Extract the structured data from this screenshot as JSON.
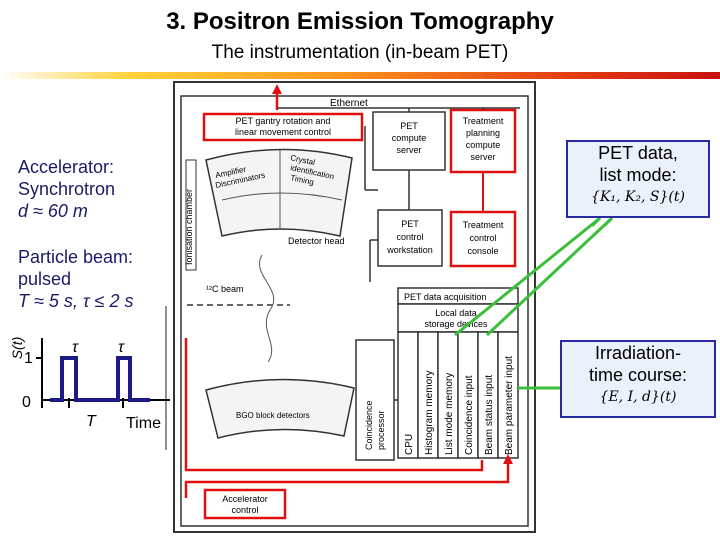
{
  "header": {
    "title": "3. Positron Emission Tomography",
    "subtitle": "The instrumentation (in-beam PET)"
  },
  "left_panel": {
    "accelerator": [
      "Accelerator:",
      "Synchrotron",
      "d ≈ 60 m"
    ],
    "beam": [
      "Particle beam:",
      "pulsed",
      "T ≈ 5 s, τ ≤ 2 s"
    ]
  },
  "pulse_plot": {
    "ylabel": "S(t)",
    "y_high": "1",
    "y_low": "0",
    "tau_label": "τ",
    "period_label": "T",
    "xlabel": "Time"
  },
  "diagram": {
    "ethernet": "Ethernet",
    "gantry_control": [
      "PET gantry rotation and",
      "linear movement control"
    ],
    "pet_compute_server": [
      "PET",
      "compute",
      "server"
    ],
    "treatment_planning": [
      "Treatment",
      "planning",
      "compute",
      "server"
    ],
    "pet_control_workstation": [
      "PET",
      "control",
      "workstation"
    ],
    "treatment_control_console": [
      "Treatment",
      "control",
      "console"
    ],
    "ionisation_chamber": "Ionisation chamber",
    "amplifier_discriminators": [
      "Amplifier",
      "Discriminators"
    ],
    "crystal_identification": [
      "Crystal",
      "identification",
      "Timing"
    ],
    "detector_head": "Detector head",
    "beam_label": "¹²C beam",
    "pet_data_acquisition": "PET data acquisition",
    "local_data_storage": [
      "Local data",
      "storage devices"
    ],
    "bgo_block_detectors": "BGO block detectors",
    "coincidence_processor": [
      "Coincidence",
      "processor"
    ],
    "columns": [
      "CPU",
      "Histogram memory",
      "List mode memory",
      "Coincidence input",
      "Beam status input",
      "Beam parameter input"
    ],
    "accelerator_control": [
      "Accelerator",
      "control"
    ]
  },
  "callouts": {
    "pet_data": [
      "PET data,",
      "list mode:",
      "{K₁, K₂, S}(t)"
    ],
    "irradiation": [
      "Irradiation-",
      "time course:",
      "{E, I, d}(t)"
    ]
  },
  "colors": {
    "red": "#e01010",
    "green": "#3bbf3b",
    "navy": "#1a1a66",
    "box_border": "#2a2aa0",
    "box_fill": "#eaf1fb"
  }
}
